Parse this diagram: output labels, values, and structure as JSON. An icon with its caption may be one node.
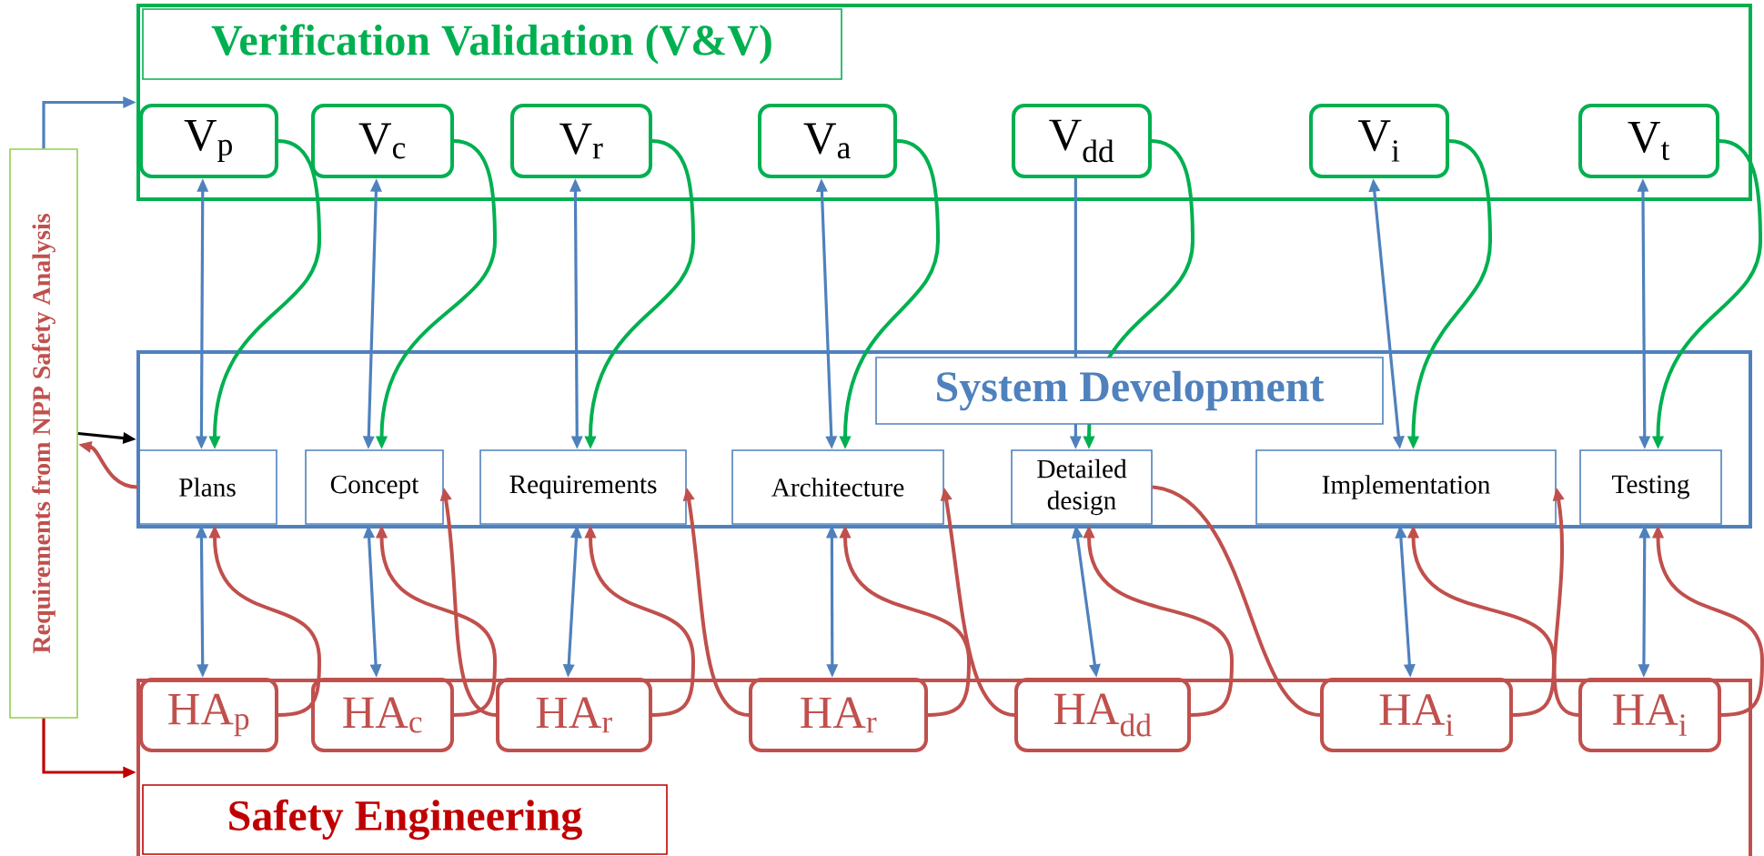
{
  "diagram": {
    "nodes": [
      {
        "text": [
          "Verification Validation (V&V)"
        ]
      },
      {
        "text": [
          "V$_{p}$"
        ],
        "in": 0
      },
      {
        "text": [
          "V$_{c}$"
        ],
        "in": 0
      },
      {
        "text": [
          "V$_{r}$"
        ],
        "in": 0
      },
      {
        "text": [
          "V$_{a}$"
        ],
        "in": 0
      },
      {
        "text": [
          "V$_{dd}$"
        ],
        "in": 0
      },
      {
        "text": [
          "V$_{i}$"
        ],
        "in": 0
      },
      {
        "text": [
          "V$_{t}$"
        ],
        "in": 0
      },
      {
        "text": [
          "System Development"
        ]
      },
      {
        "text": [
          "Plans"
        ],
        "in": 8
      },
      {
        "text": [
          "Concept"
        ],
        "in": 8
      },
      {
        "text": [
          "Requirements"
        ],
        "in": 8
      },
      {
        "text": [
          "Architecture"
        ],
        "in": 8
      },
      {
        "text": [
          "Detailed design"
        ],
        "in": 8
      },
      {
        "text": [
          "Implementation"
        ],
        "in": 8
      },
      {
        "text": [
          "Testing"
        ],
        "in": 8
      },
      {
        "text": [
          "Safety Engineering"
        ]
      },
      {
        "text": [
          "HA$_{p}$"
        ],
        "in": 16
      },
      {
        "text": [
          "HA$_{c}$"
        ],
        "in": 16
      },
      {
        "text": [
          "HA$_{r}$"
        ],
        "in": 16
      },
      {
        "text": [
          "HA$_{r}$"
        ],
        "in": 16
      },
      {
        "text": [
          "HA$_{dd}$"
        ],
        "in": 16
      },
      {
        "text": [
          "HA$_{i}$"
        ],
        "in": 16
      },
      {
        "text": [
          "HA$_{i}$"
        ],
        "in": 16
      },
      {
        "text": [
          "Requirements from NPP Safety Analysis"
        ]
      }
    ],
    "edges": [
      {
        "from": 1,
        "to": 9,
        "arrow": "both"
      },
      {
        "from": 2,
        "to": 10,
        "arrow": "both"
      },
      {
        "from": 3,
        "to": 11,
        "arrow": "both"
      },
      {
        "from": 4,
        "to": 12,
        "arrow": "both"
      },
      {
        "from": 5,
        "to": 13,
        "arrow": "to"
      },
      {
        "from": 6,
        "to": 14,
        "arrow": "both"
      },
      {
        "from": 7,
        "to": 15,
        "arrow": "both"
      },
      {
        "from": 1,
        "to": 9,
        "arrow": "to",
        "color": "#00b050"
      },
      {
        "from": 2,
        "to": 10,
        "arrow": "to",
        "color": "#00b050"
      },
      {
        "from": 3,
        "to": 11,
        "arrow": "to",
        "color": "#00b050"
      },
      {
        "from": 4,
        "to": 12,
        "arrow": "to",
        "color": "#00b050"
      },
      {
        "from": 5,
        "to": 13,
        "arrow": "to",
        "color": "#00b050"
      },
      {
        "from": 6,
        "to": 14,
        "arrow": "to",
        "color": "#00b050"
      },
      {
        "from": 7,
        "to": 15,
        "arrow": "to",
        "color": "#00b050"
      },
      {
        "from": 9,
        "to": 17,
        "arrow": "both"
      },
      {
        "from": 10,
        "to": 18,
        "arrow": "both"
      },
      {
        "from": 11,
        "to": 19,
        "arrow": "both"
      },
      {
        "from": 12,
        "to": 20,
        "arrow": "both"
      },
      {
        "from": 13,
        "to": 21,
        "arrow": "both"
      },
      {
        "from": 14,
        "to": 22,
        "arrow": "both"
      },
      {
        "from": 15,
        "to": 23,
        "arrow": "both"
      },
      {
        "from": 17,
        "to": 9,
        "arrow": "to",
        "color": "#c0504d"
      },
      {
        "from": 18,
        "to": 10,
        "arrow": "to",
        "color": "#c0504d"
      },
      {
        "from": 19,
        "to": 11,
        "arrow": "to",
        "color": "#c0504d"
      },
      {
        "from": 20,
        "to": 12,
        "arrow": "to",
        "color": "#c0504d"
      },
      {
        "from": 21,
        "to": 13,
        "arrow": "to",
        "color": "#c0504d"
      },
      {
        "from": 22,
        "to": 14,
        "arrow": "to",
        "color": "#c0504d"
      },
      {
        "from": 23,
        "to": 15,
        "arrow": "to",
        "color": "#c0504d"
      },
      {
        "from": 19,
        "to": 10,
        "arrow": "to",
        "color": "#c0504d"
      },
      {
        "from": 20,
        "to": 11,
        "arrow": "to",
        "color": "#c0504d"
      },
      {
        "from": 21,
        "to": 12,
        "arrow": "to",
        "color": "#c0504d"
      },
      {
        "from": 13,
        "to": 22,
        "arrow": "none",
        "color": "#c0504d"
      },
      {
        "from": 23,
        "to": 14,
        "arrow": "to",
        "color": "#c0504d"
      },
      {
        "from": 9,
        "to": 24,
        "arrow": "to",
        "color": "#c0504d"
      },
      {
        "from": 24,
        "to": 8,
        "arrow": "to",
        "color": "#000000"
      },
      {
        "from": 24,
        "to": 0,
        "arrow": "to"
      },
      {
        "from": 24,
        "to": 16,
        "arrow": "to",
        "color": "#c00000"
      }
    ]
  }
}
